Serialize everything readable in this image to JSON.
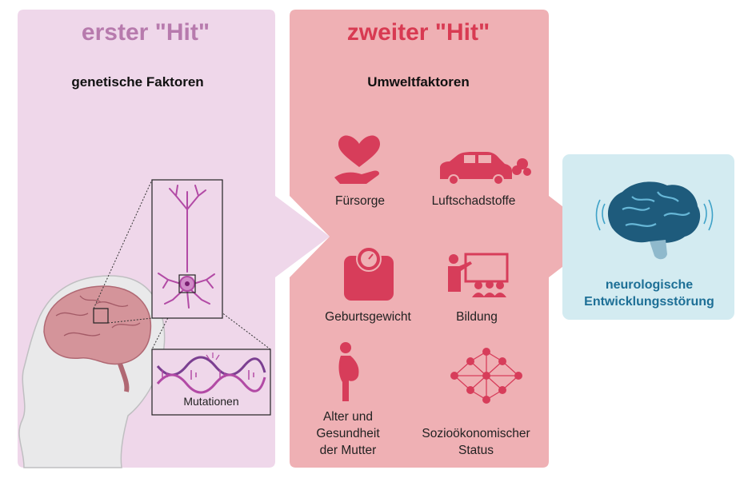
{
  "first_hit": {
    "title": "erster \"Hit\"",
    "subtitle": "genetische Faktoren",
    "mutation_label": "Mutationen"
  },
  "second_hit": {
    "title": "zweiter \"Hit\"",
    "subtitle": "Umweltfaktoren",
    "factors": [
      {
        "label": "Fürsorge",
        "icon": "heart-hand-icon"
      },
      {
        "label": "Luftschadstoffe",
        "icon": "car-exhaust-icon"
      },
      {
        "label": "Geburtsgewicht",
        "icon": "scale-icon"
      },
      {
        "label": "Bildung",
        "icon": "classroom-icon"
      },
      {
        "label": "Alter und Gesundheit der Mutter",
        "lines": [
          "Alter und",
          "Gesundheit",
          "der Mutter"
        ],
        "icon": "pregnant-woman-icon"
      },
      {
        "label": "Sozioökonomischer Status",
        "lines": [
          "Sozioökonomischer",
          "Status"
        ],
        "icon": "social-network-icon"
      }
    ]
  },
  "outcome": {
    "lines": [
      "neurologische",
      "Entwicklungsstörung"
    ],
    "icon": "brain-icon"
  },
  "colors": {
    "panel1": "#efd7ea",
    "panel2": "#efb0b4",
    "outcome_panel": "#d3ebf1",
    "accent1": "#b77aad",
    "accent2": "#d83a52",
    "outcome_text": "#1d6f96"
  }
}
